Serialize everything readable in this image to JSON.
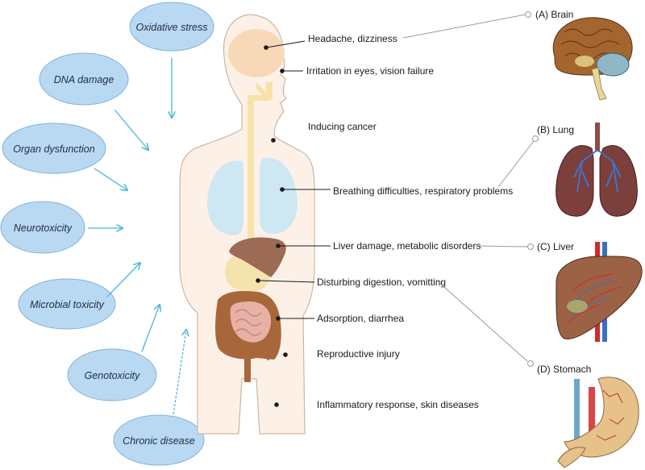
{
  "causes": [
    "Oxidative stress",
    "DNA damage",
    "Organ dysfunction",
    "Neurotoxicity",
    "Microbial toxicity",
    "Genotoxicity",
    "Chronic disease"
  ],
  "effects": [
    "Headache, dizziness",
    "Irritation in eyes, vision failure",
    "Inducing cancer",
    "Breathing difficulties, respiratory problems",
    "Liver damage, metabolic disorders",
    "Disturbing digestion, vomitting",
    "Adsorption, diarrhea",
    "Reproductive injury",
    "Inflammatory response, skin diseases"
  ],
  "organs": [
    "(A) Brain",
    "(B) Lung",
    "(C) Liver",
    "(D) Stomach"
  ],
  "colors": {
    "ellipse_fill": "#b9d9f2",
    "ellipse_stroke": "#7fb2dc",
    "arrow": "#47b6d8",
    "body_fill": "#fdf1e7",
    "body_stroke": "#c9b6a4",
    "lung": "#cde7f3",
    "liver": "#9c6a55",
    "stomach": "#f5e3ae",
    "intestine": "#a8673b",
    "esophagus": "#f7e2a8"
  }
}
